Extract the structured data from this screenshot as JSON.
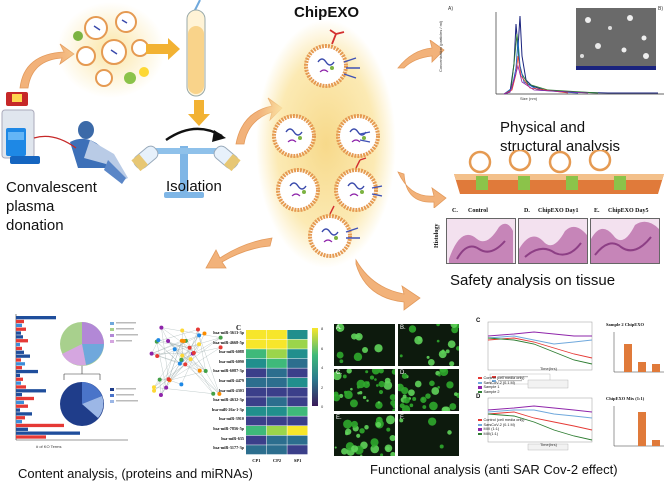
{
  "title": "ChipEXO",
  "steps": {
    "donation": "Convalescent plasma donation",
    "isolation": "Isolation",
    "physical": "Physical and structural analysis",
    "safety": "Safety analysis on tissue",
    "content": "Content analysis, (proteins and miRNAs)",
    "functional": "Functional analysis (anti SAR Cov-2 effect)"
  },
  "physical_chart": {
    "panel_a": "A)",
    "panel_b": "B)",
    "xlabel": "Size (nm)",
    "ylabel": "Concentration (particles / ml)"
  },
  "histology": {
    "ylabel": "Histology",
    "panels": [
      {
        "letter": "C.",
        "label": "Control"
      },
      {
        "letter": "D.",
        "label": "ChipEXO Day1"
      },
      {
        "letter": "E.",
        "label": "ChipEXO Day5"
      }
    ]
  },
  "content": {
    "bar_xlabel": "# of KO Terms",
    "heatmap_panel": "C",
    "heatmap_rows": [
      "hsa-miR-3613-3p",
      "hsa-miR-4668-5p",
      "hsa-miR-6088",
      "hsa-miR-6090",
      "hsa-miR-6087-3p",
      "hsa-miR-4479",
      "hsa-miR-4303",
      "hsa-miR-4632-3p",
      "hsa-miR-26a-1-3p",
      "hsa-miR-3910",
      "hsa-miR-7856-5p",
      "hsa-miR-635",
      "hsa-miR-3177-3p"
    ],
    "heatmap_cols": [
      "CP1",
      "CP2",
      "SP1"
    ],
    "heatmap_scale": [
      "8",
      "6",
      "4",
      "2",
      "0"
    ]
  },
  "functional": {
    "micro_panels": [
      "A.",
      "B.",
      "C.",
      "D.",
      "E.",
      "F."
    ],
    "chart_c": "C",
    "chart_d": "D",
    "time_label": "Time(hrs)",
    "sample_title": "Sample 2 ChipEXO",
    "chipexo_title": "ChipEXO Mix (1:1)",
    "legend_c": [
      "Control (cell media only)",
      "SarsCoV-2 (0.1 M)",
      "Sample 1",
      "Sample 2"
    ],
    "legend_d": [
      "Control (cell media only)",
      "SarsCoV-2 (0.1 M)",
      "MIX (1:1)",
      "MIX(1:1)"
    ]
  },
  "colors": {
    "arrow": "#f2b27a",
    "arrow_stroke": "#e39a5c",
    "gold_arrow": "#f2b233",
    "glow": "#fbe6a6",
    "heat_high": "#f7e62b",
    "heat_low": "#3b1a5a"
  }
}
